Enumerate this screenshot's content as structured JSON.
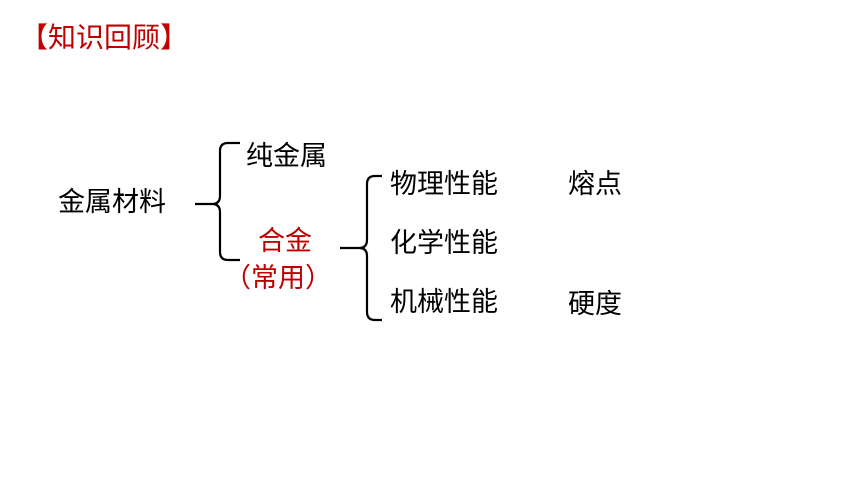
{
  "heading": "【知识回顾】",
  "diagram": {
    "root": "金属材料",
    "branch_pure": "纯金属",
    "branch_alloy": "合金",
    "branch_alloy_note": "（常用）",
    "properties": [
      "物理性能",
      "化学性能",
      "机械性能"
    ],
    "examples": [
      "熔点",
      "硬度"
    ]
  },
  "colors": {
    "highlight": "#c00000",
    "text": "#000000"
  }
}
